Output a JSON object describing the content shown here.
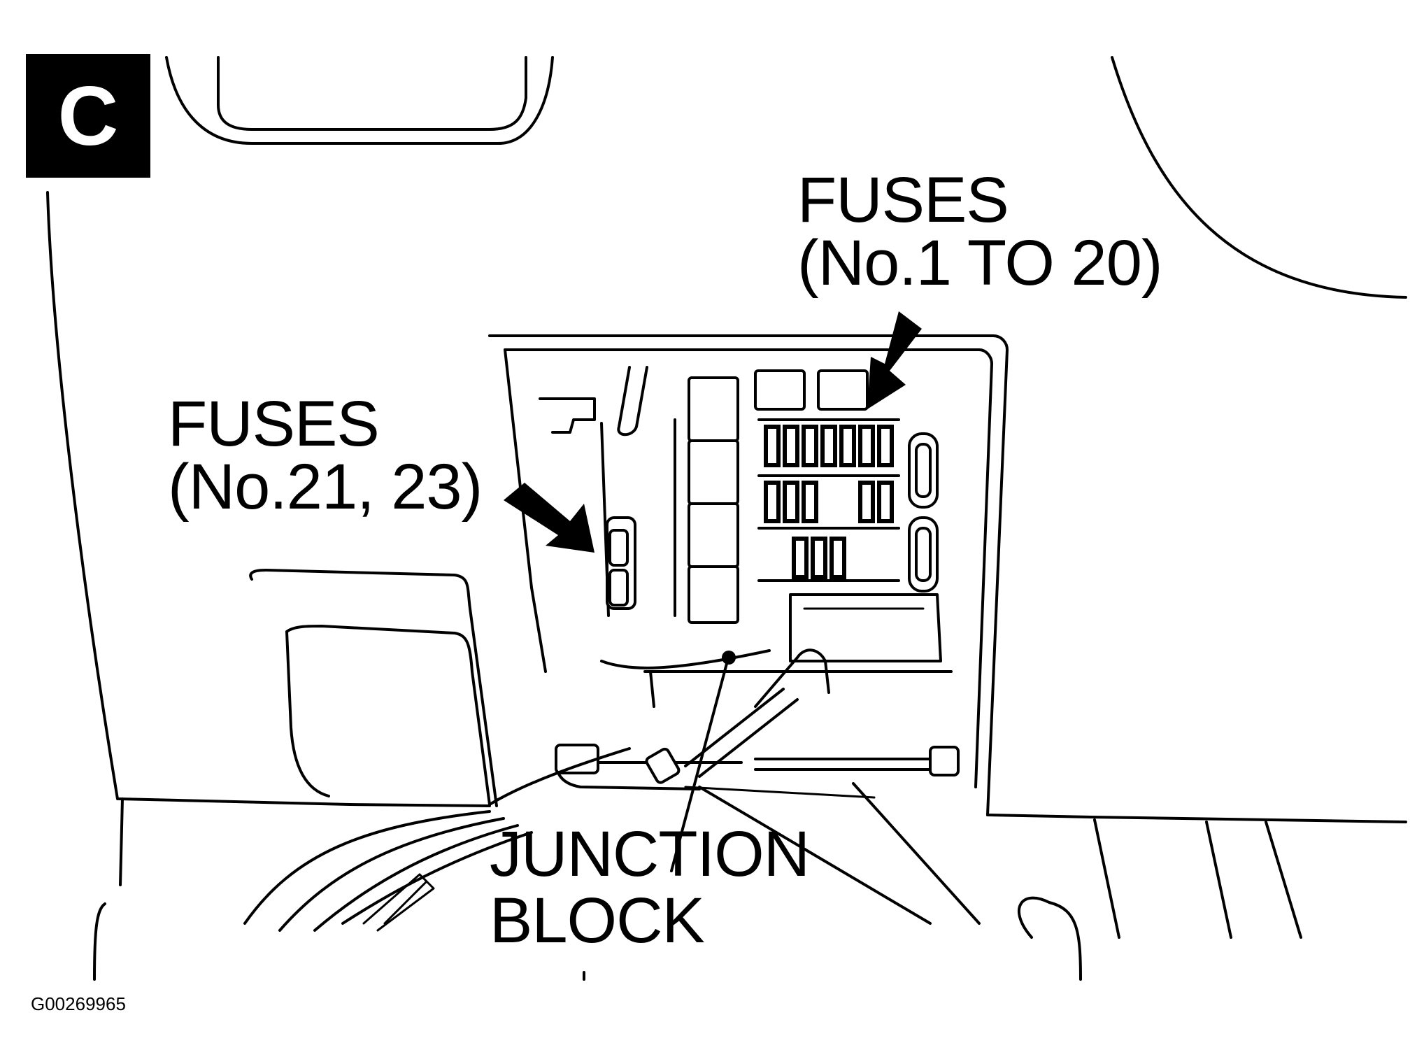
{
  "view_badge": "C",
  "labels": {
    "fuses_main": "FUSES",
    "fuses_main_range": "(No.1 TO 20)",
    "fuses_secondary": "FUSES",
    "fuses_secondary_range": "(No.21, 23)",
    "junction_line1": "JUNCTION",
    "junction_line2": "BLOCK"
  },
  "figure_id": "G00269965",
  "colors": {
    "ink": "#000000",
    "paper": "#ffffff"
  },
  "icons": [
    "arrow-icon"
  ]
}
